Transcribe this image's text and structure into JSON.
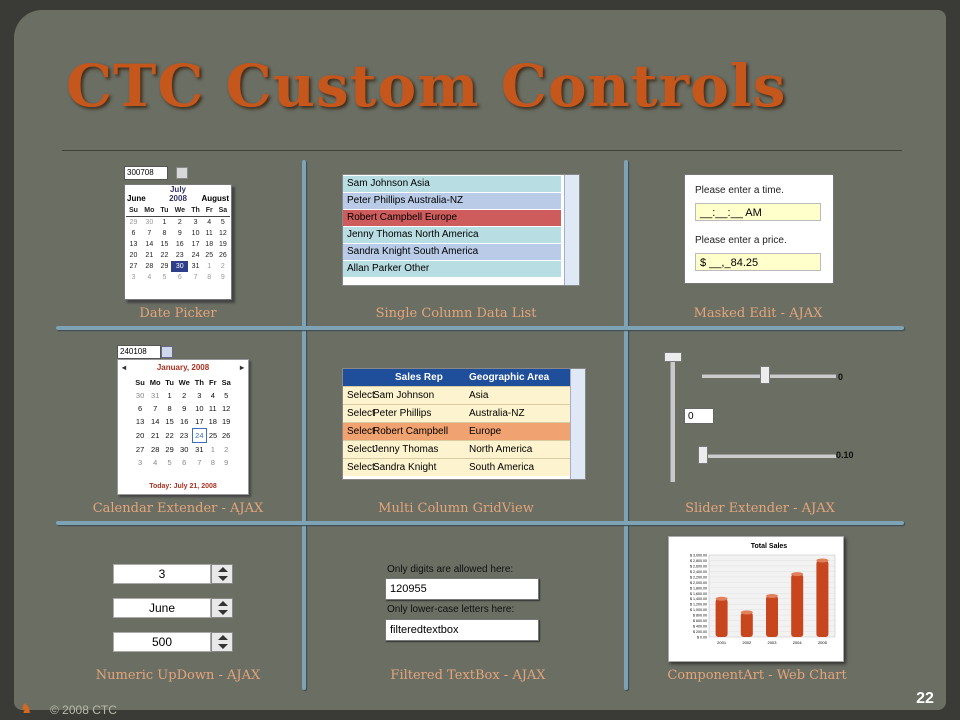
{
  "slide": {
    "title": "CTC Custom Controls",
    "page_number": "22",
    "copyright": "© 2008 CTC",
    "title_color": "#c5561c",
    "caption_color": "#e4a57b",
    "divider_color": "#7ea3b5"
  },
  "captions": {
    "date_picker": "Date Picker",
    "single_column": "Single Column Data List",
    "masked_edit": "Masked Edit - AJAX",
    "calendar_extender": "Calendar Extender - AJAX",
    "multi_column": "Multi Column GridView",
    "slider_extender": "Slider Extender - AJAX",
    "numeric_updown": "Numeric UpDown - AJAX",
    "filtered_textbox": "Filtered TextBox - AJAX",
    "web_chart": "ComponentArt - Web Chart"
  },
  "date_picker": {
    "input_value": "300708",
    "current_month": "July",
    "year": "2008",
    "prev_month": "June",
    "next_month": "August",
    "days": [
      "Su",
      "Mo",
      "Tu",
      "We",
      "Th",
      "Fr",
      "Sa"
    ],
    "weeks": [
      [
        "29",
        "30",
        "1",
        "2",
        "3",
        "4",
        "5"
      ],
      [
        "6",
        "7",
        "8",
        "9",
        "10",
        "11",
        "12"
      ],
      [
        "13",
        "14",
        "15",
        "16",
        "17",
        "18",
        "19"
      ],
      [
        "20",
        "21",
        "22",
        "23",
        "24",
        "25",
        "26"
      ],
      [
        "27",
        "28",
        "29",
        "30",
        "31",
        "1",
        "2"
      ],
      [
        "3",
        "4",
        "5",
        "6",
        "7",
        "8",
        "9"
      ]
    ]
  },
  "single_list": {
    "rows": [
      {
        "text": "Sam Johnson Asia",
        "color": "#b8dde3"
      },
      {
        "text": "Peter Phillips Australia-NZ",
        "color": "#b9cbe6"
      },
      {
        "text": "Robert Campbell Europe",
        "color": "#cf5c5c"
      },
      {
        "text": "Jenny Thomas North America",
        "color": "#b8dde3"
      },
      {
        "text": "Sandra Knight South America",
        "color": "#b9cbe6"
      },
      {
        "text": "Allan Parker Other",
        "color": "#b8dde3"
      }
    ]
  },
  "masked_edit": {
    "time_label": "Please enter a time.",
    "time_value": "__:__:__ AM",
    "price_label": "Please enter a price.",
    "price_value": "$ __,_84.25"
  },
  "calendar_ext": {
    "input_value": "240108",
    "header": "January, 2008",
    "days": [
      "Su",
      "Mo",
      "Tu",
      "We",
      "Th",
      "Fr",
      "Sa"
    ],
    "weeks": [
      [
        "30",
        "31",
        "1",
        "2",
        "3",
        "4",
        "5"
      ],
      [
        "6",
        "7",
        "8",
        "9",
        "10",
        "11",
        "12"
      ],
      [
        "13",
        "14",
        "15",
        "16",
        "17",
        "18",
        "19"
      ],
      [
        "20",
        "21",
        "22",
        "23",
        "24",
        "25",
        "26"
      ],
      [
        "27",
        "28",
        "29",
        "30",
        "31",
        "1",
        "2"
      ],
      [
        "3",
        "4",
        "5",
        "6",
        "7",
        "8",
        "9"
      ]
    ],
    "today": "Today: July 21, 2008"
  },
  "grid": {
    "headers": [
      "Sales Rep",
      "Geographic Area"
    ],
    "rows": [
      {
        "action": "Select",
        "rep": "Sam Johnson",
        "area": "Asia"
      },
      {
        "action": "Select",
        "rep": "Peter Phillips",
        "area": "Australia-NZ"
      },
      {
        "action": "Select",
        "rep": "Robert Campbell",
        "area": "Europe"
      },
      {
        "action": "Select",
        "rep": "Jenny Thomas",
        "area": "North America"
      },
      {
        "action": "Select",
        "rep": "Sandra Knight",
        "area": "South America"
      }
    ]
  },
  "slider": {
    "top_label": "0",
    "box_value": "0",
    "bottom_label": "0.10"
  },
  "updown": {
    "values": [
      "3",
      "June",
      "500"
    ]
  },
  "filtered": {
    "digits_label": "Only digits are allowed here:",
    "digits_value": "120955",
    "lower_label": "Only lower-case letters here:",
    "lower_value": "filteredtextbox"
  },
  "chart_data": {
    "type": "bar",
    "title": "Total Sales",
    "categories": [
      "2001",
      "2002",
      "2003",
      "2004",
      "2005"
    ],
    "values": [
      1400,
      900,
      1500,
      2300,
      2800
    ],
    "ylim": [
      0,
      3000
    ],
    "ytick_labels": [
      "$ 3,000.00",
      "$ 2,800.00",
      "$ 2,600.00",
      "$ 2,400.00",
      "$ 2,200.00",
      "$ 2,000.00",
      "$ 1,800.00",
      "$ 1,600.00",
      "$ 1,400.00",
      "$ 1,200.00",
      "$ 1,000.00",
      "$ 800.00",
      "$ 600.00",
      "$ 400.00",
      "$ 200.00",
      "$ 0.00"
    ],
    "bar_color": "#c8461e"
  }
}
